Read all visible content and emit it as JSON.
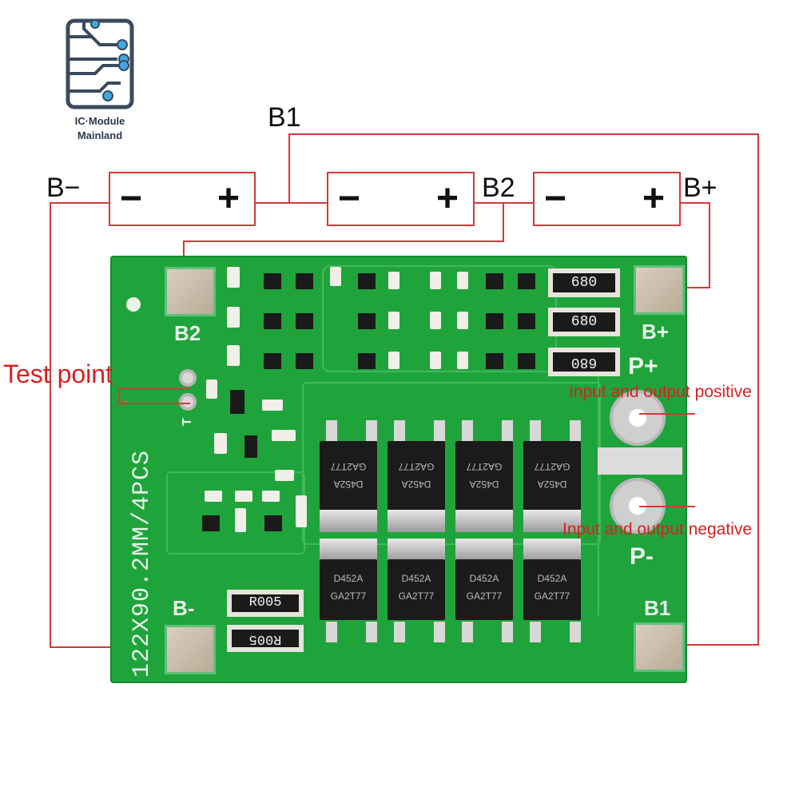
{
  "logo": {
    "line1": "IC·Module",
    "line2": "Mainland",
    "icon": "circuit-board-icon"
  },
  "diagram": {
    "labels": {
      "b1": "B1",
      "b_minus": "B−",
      "b2": "B2",
      "b_plus": "B+"
    },
    "cell_symbols": {
      "negative": "−",
      "positive": "+"
    },
    "callouts": {
      "test_point": "Test point",
      "input_output_positive": "Input and output positive",
      "input_output_negative": "Input and output negative"
    },
    "wire_color": "#d23a3a"
  },
  "pcb": {
    "color": "#1fa43c",
    "silkscreen": {
      "b2": "B2",
      "b_plus": "B+",
      "p_plus": "P+",
      "p_minus": "P-",
      "b_minus": "B-",
      "b1": "B1",
      "t": "T",
      "size": "122X90.2MM/4PCS"
    },
    "resistors": {
      "r1": "680",
      "r2": "680",
      "r3": "680",
      "r4": "R005",
      "r5": "R005"
    },
    "mosfet_marking": {
      "part": "D452A",
      "code": "GA2T77"
    }
  }
}
